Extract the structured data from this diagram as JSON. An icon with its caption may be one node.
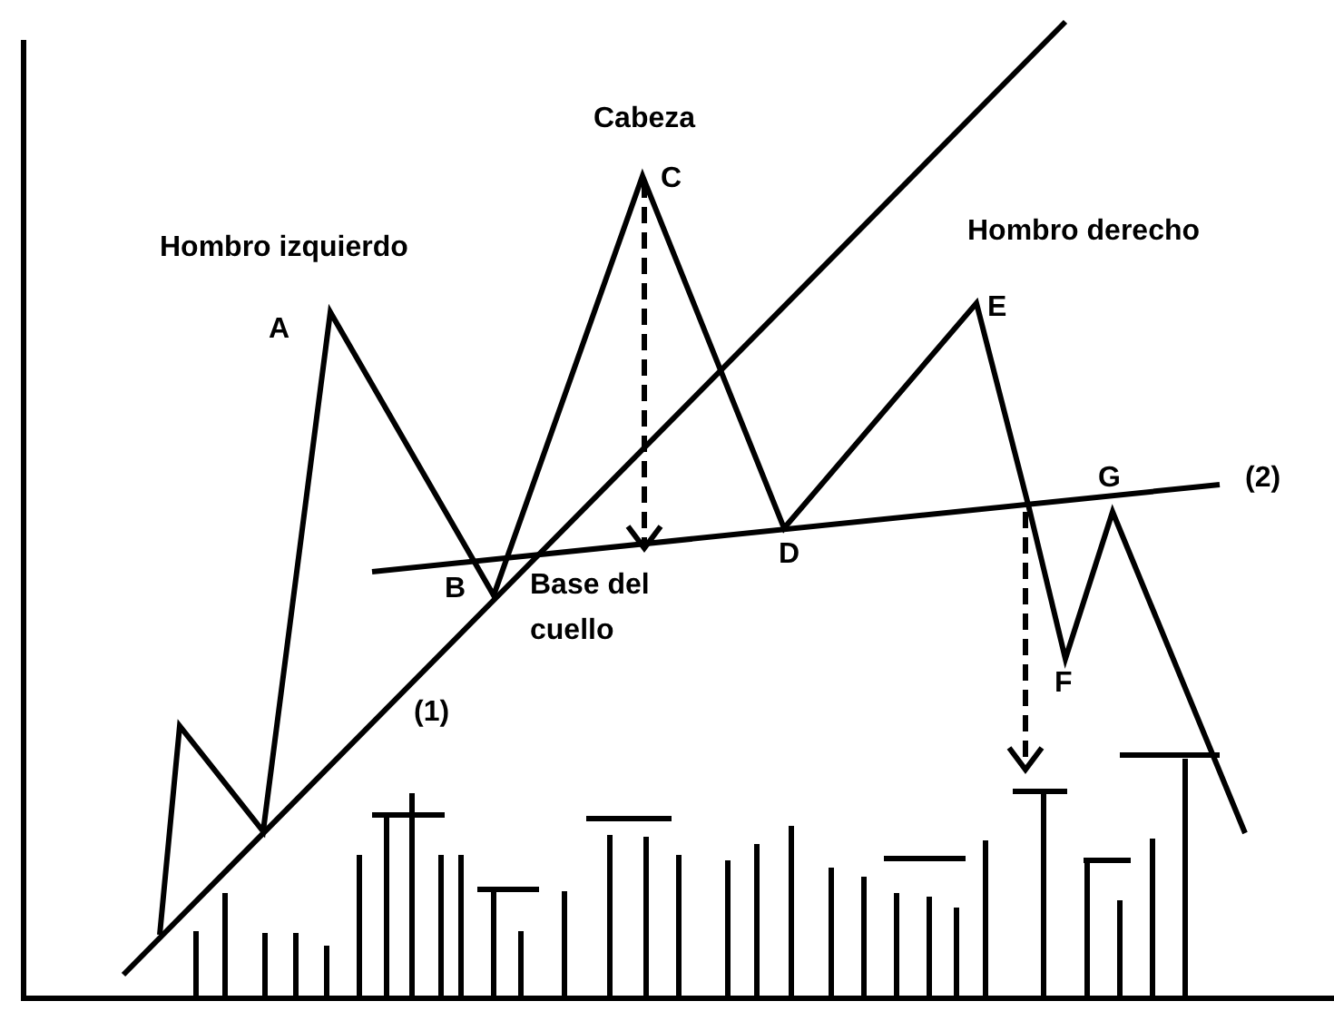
{
  "diagram": {
    "labels": [
      "Cabeza",
      "C",
      "Hombro izquierdo",
      "Hombro derecho",
      "A",
      "E",
      "G",
      "(2)",
      "B",
      "Base del cuello",
      "D",
      "F",
      "(1)"
    ]
  }
}
